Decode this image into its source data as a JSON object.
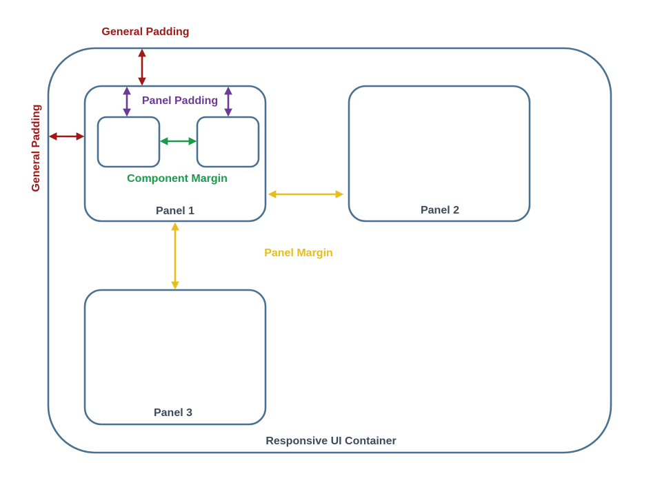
{
  "labels": {
    "general_padding_top": "General Padding",
    "general_padding_left": "General Padding",
    "panel_padding": "Panel Padding",
    "component_margin": "Component Margin",
    "panel_margin": "Panel Margin",
    "panel_1": "Panel 1",
    "panel_2": "Panel 2",
    "panel_3": "Panel 3",
    "container": "Responsive UI Container"
  },
  "colors": {
    "box_stroke": "#4a7090",
    "box_label": "#3d4a5a",
    "general_padding": "#a11818",
    "panel_padding": "#6b3a96",
    "component_margin": "#1a9a4a",
    "panel_margin": "#e8be1a"
  }
}
